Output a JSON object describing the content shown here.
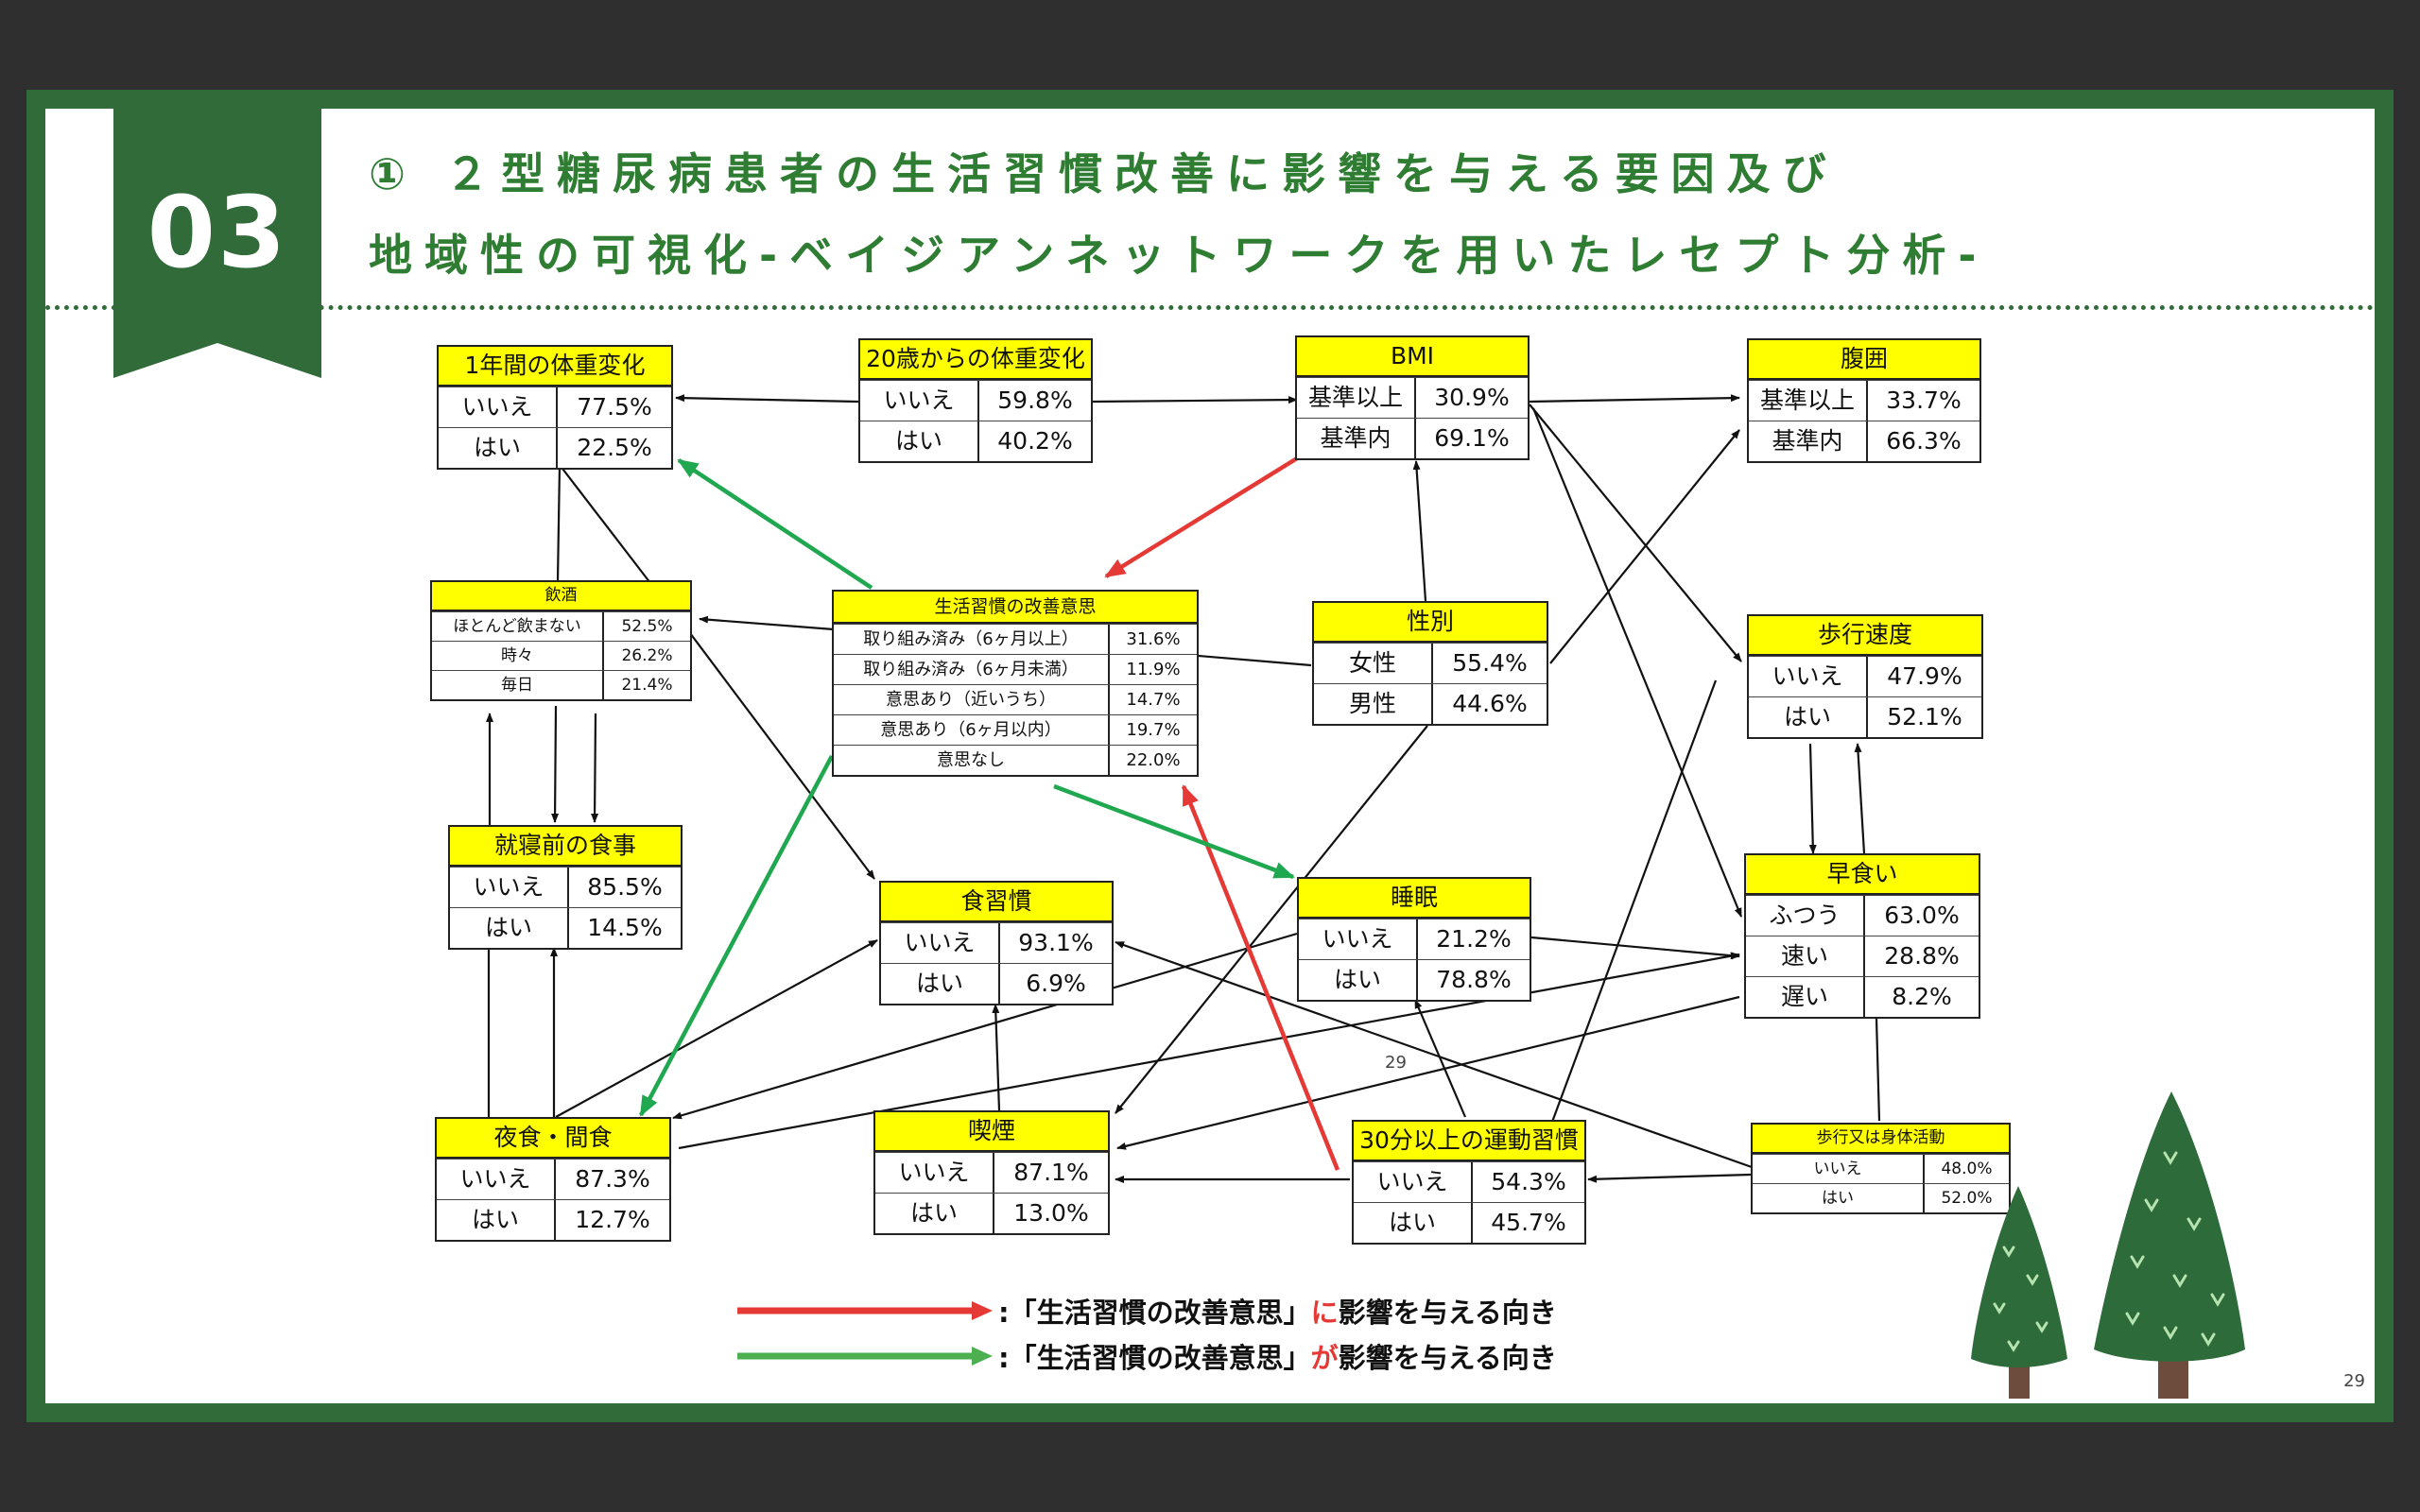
{
  "badge": {
    "number": "03"
  },
  "title": {
    "line1": "① ２型糖尿病患者の生活習慣改善に影響を与える要因及び",
    "line2": "地域性の可視化-ベイジアンネットワークを用いたレセプト分析-"
  },
  "colors": {
    "accent": "#316b3a",
    "red": "#e53935",
    "green": "#1fa84f",
    "node_header": "#ffff00"
  },
  "nodes": {
    "weight1y": {
      "title": "1年間の体重変化",
      "rows": [
        {
          "label": "いいえ",
          "value": "77.5%"
        },
        {
          "label": "はい",
          "value": "22.5%"
        }
      ]
    },
    "weight20": {
      "title": "20歳からの体重変化",
      "rows": [
        {
          "label": "いいえ",
          "value": "59.8%"
        },
        {
          "label": "はい",
          "value": "40.2%"
        }
      ]
    },
    "bmi": {
      "title": "BMI",
      "rows": [
        {
          "label": "基準以上",
          "value": "30.9%"
        },
        {
          "label": "基準内",
          "value": "69.1%"
        }
      ]
    },
    "waist": {
      "title": "腹囲",
      "rows": [
        {
          "label": "基準以上",
          "value": "33.7%"
        },
        {
          "label": "基準内",
          "value": "66.3%"
        }
      ]
    },
    "alcohol": {
      "title": "飲酒",
      "rows": [
        {
          "label": "ほとんど飲まない",
          "value": "52.5%"
        },
        {
          "label": "時々",
          "value": "26.2%"
        },
        {
          "label": "毎日",
          "value": "21.4%"
        }
      ]
    },
    "intent": {
      "title": "生活習慣の改善意思",
      "rows": [
        {
          "label": "取り組み済み（6ヶ月以上）",
          "value": "31.6%"
        },
        {
          "label": "取り組み済み（6ヶ月未満）",
          "value": "11.9%"
        },
        {
          "label": "意思あり（近いうち）",
          "value": "14.7%"
        },
        {
          "label": "意思あり（6ヶ月以内）",
          "value": "19.7%"
        },
        {
          "label": "意思なし",
          "value": "22.0%"
        }
      ]
    },
    "sex": {
      "title": "性別",
      "rows": [
        {
          "label": "女性",
          "value": "55.4%"
        },
        {
          "label": "男性",
          "value": "44.6%"
        }
      ]
    },
    "walkspeed": {
      "title": "歩行速度",
      "rows": [
        {
          "label": "いいえ",
          "value": "47.9%"
        },
        {
          "label": "はい",
          "value": "52.1%"
        }
      ]
    },
    "bedtime": {
      "title": "就寝前の食事",
      "rows": [
        {
          "label": "いいえ",
          "value": "85.5%"
        },
        {
          "label": "はい",
          "value": "14.5%"
        }
      ]
    },
    "diet": {
      "title": "食習慣",
      "rows": [
        {
          "label": "いいえ",
          "value": "93.1%"
        },
        {
          "label": "はい",
          "value": "6.9%"
        }
      ]
    },
    "sleep": {
      "title": "睡眠",
      "rows": [
        {
          "label": "いいえ",
          "value": "21.2%"
        },
        {
          "label": "はい",
          "value": "78.8%"
        }
      ]
    },
    "fasteat": {
      "title": "早食い",
      "rows": [
        {
          "label": "ふつう",
          "value": "63.0%"
        },
        {
          "label": "速い",
          "value": "28.8%"
        },
        {
          "label": "遅い",
          "value": "8.2%"
        }
      ]
    },
    "snack": {
      "title": "夜食・間食",
      "rows": [
        {
          "label": "いいえ",
          "value": "87.3%"
        },
        {
          "label": "はい",
          "value": "12.7%"
        }
      ]
    },
    "smoke": {
      "title": "喫煙",
      "rows": [
        {
          "label": "いいえ",
          "value": "87.1%"
        },
        {
          "label": "はい",
          "value": "13.0%"
        }
      ]
    },
    "exercise": {
      "title": "30分以上の運動習慣",
      "rows": [
        {
          "label": "いいえ",
          "value": "54.3%"
        },
        {
          "label": "はい",
          "value": "45.7%"
        }
      ]
    },
    "activity": {
      "title": "歩行又は身体活動",
      "rows": [
        {
          "label": "いいえ",
          "value": "48.0%"
        },
        {
          "label": "はい",
          "value": "52.0%"
        }
      ]
    }
  },
  "legend": {
    "red": {
      "prefix": ":「生活習慣の改善意思」",
      "particle": "に",
      "suffix": "影響を与える向き"
    },
    "green": {
      "prefix": ":「生活習慣の改善意思」",
      "particle": "が",
      "suffix": "影響を与える向き"
    }
  },
  "center_number": "29",
  "page_number": "29"
}
